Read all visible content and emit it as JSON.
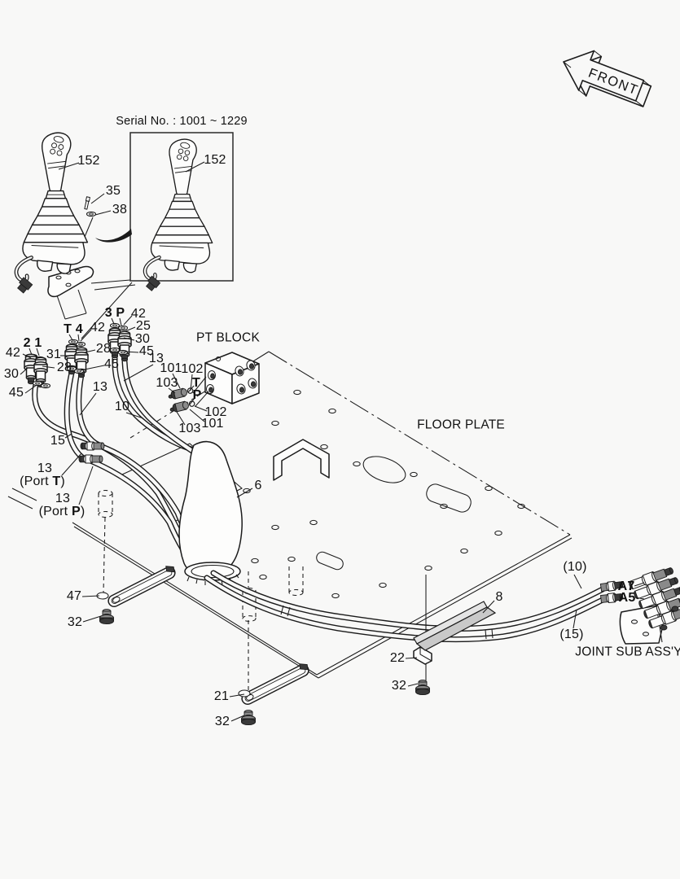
{
  "titles": {
    "serial": "Serial No. : 1001 ~ 1229",
    "front": "FRONT",
    "pt_block": "PT BLOCK",
    "floor_plate": "FLOOR PLATE",
    "joint_sub": "JOINT SUB ASS'Y"
  },
  "ports": {
    "left_pair": "2 1",
    "mid_pair": "T 4",
    "right_pair": "3 P",
    "t": "T",
    "p": "P",
    "a7": "A7",
    "a5": "A5",
    "port_t": {
      "pre": "(Port ",
      "letter": "T",
      "post": ")"
    },
    "port_p": {
      "pre": "(Port ",
      "letter": "P",
      "post": ")"
    }
  },
  "callouts": {
    "joystick_main": "152",
    "joystick_serial": "152",
    "bolt_35": "35",
    "washer_38": "38",
    "w42_left": "42",
    "w42_mid": "42",
    "w42_right": "42",
    "f30_left": "30",
    "f30_right": "30",
    "f28_left": "28",
    "f28_mid": "28",
    "f31": "31",
    "f25": "25",
    "r45_left": "45",
    "r45_mid": "45",
    "r45_right": "45",
    "h13_cluster": "13",
    "h13_lower": "13",
    "h10": "10",
    "h13_port_t": "13",
    "h13_port_p": "13",
    "h15": "15",
    "n101_t": "101",
    "n102_t": "102",
    "n103_t": "103",
    "n101_p": "101",
    "n102_p": "102",
    "n103_p": "103",
    "boot_6": "6",
    "bracket_47": "47",
    "bolt32_a": "32",
    "bracket_21": "21",
    "bolt32_b": "32",
    "cover_8": "8",
    "bracket_22": "22",
    "bolt32_c": "32",
    "hose_10_ref": "(10)",
    "hose_15_ref": "(15)"
  },
  "colors": {
    "ink": "#1b1b1b",
    "background": "#f8f8f7",
    "cover_plate_fill": "#c9c9c9",
    "metal_shade": "#8a8a8a"
  }
}
